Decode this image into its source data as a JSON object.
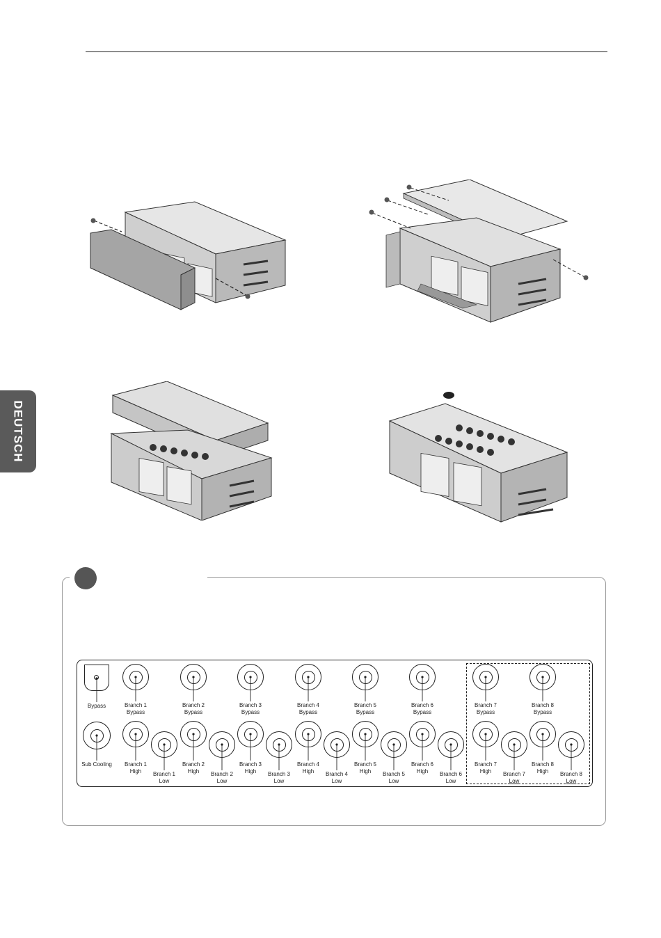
{
  "sidebar_tab": {
    "label": "DEUTSCH"
  },
  "illustrations": [
    {
      "name": "step-1-remove-front-cover"
    },
    {
      "name": "step-2-remove-top-cover"
    },
    {
      "name": "step-3-remove-inner-cover"
    },
    {
      "name": "step-4-open-unit"
    }
  ],
  "ports": {
    "bypass": {
      "line1": "Bypass",
      "line2": ""
    },
    "sub_cooling": {
      "line1": "Sub Cooling",
      "line2": ""
    },
    "top_row": [
      {
        "line1": "Branch 1",
        "line2": "Bypass"
      },
      {
        "line1": "Branch 2",
        "line2": "Bypass"
      },
      {
        "line1": "Branch 3",
        "line2": "Bypass"
      },
      {
        "line1": "Branch 4",
        "line2": "Bypass"
      },
      {
        "line1": "Branch 5",
        "line2": "Bypass"
      },
      {
        "line1": "Branch 6",
        "line2": "Bypass"
      },
      {
        "line1": "Branch 7",
        "line2": "Bypass"
      },
      {
        "line1": "Branch 8",
        "line2": "Bypass"
      }
    ],
    "high_row": [
      {
        "line1": "Branch 1",
        "line2": "High"
      },
      {
        "line1": "Branch 2",
        "line2": "High"
      },
      {
        "line1": "Branch 3",
        "line2": "High"
      },
      {
        "line1": "Branch 4",
        "line2": "High"
      },
      {
        "line1": "Branch 5",
        "line2": "High"
      },
      {
        "line1": "Branch 6",
        "line2": "High"
      },
      {
        "line1": "Branch 7",
        "line2": "High"
      },
      {
        "line1": "Branch 8",
        "line2": "High"
      }
    ],
    "low_row": [
      {
        "line1": "Branch 1",
        "line2": "Low"
      },
      {
        "line1": "Branch 2",
        "line2": "Low"
      },
      {
        "line1": "Branch 3",
        "line2": "Low"
      },
      {
        "line1": "Branch 4",
        "line2": "Low"
      },
      {
        "line1": "Branch 5",
        "line2": "Low"
      },
      {
        "line1": "Branch 6",
        "line2": "Low"
      },
      {
        "line1": "Branch 7",
        "line2": "Low"
      },
      {
        "line1": "Branch 8",
        "line2": "Low"
      }
    ]
  }
}
